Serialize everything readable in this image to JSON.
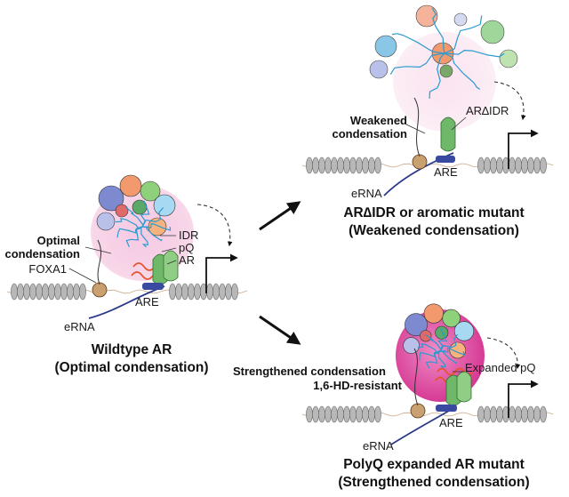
{
  "panels": {
    "wildtype": {
      "labels": {
        "optimal_line1": "Optimal",
        "optimal_line2": "condensation",
        "foxa1": "FOXA1",
        "idr": "IDR",
        "pq": "pQ",
        "ar": "AR",
        "are": "ARE",
        "erna": "eRNA"
      },
      "caption_line1": "Wildtype AR",
      "caption_line2": "(Optimal condensation)"
    },
    "weakened": {
      "labels": {
        "weakened_line1": "Weakened",
        "weakened_line2": "condensation",
        "ar_delta_idr": "AR∆IDR",
        "are": "ARE",
        "erna": "eRNA"
      },
      "caption_line1": "AR∆IDR or aromatic mutant",
      "caption_line2": "(Weakened condensation)"
    },
    "strengthened": {
      "labels": {
        "strengthened_line1": "Strengthened condensation",
        "strengthened_line2": "1,6-HD-resistant",
        "expanded_pq": "Expanded pQ",
        "are": "ARE",
        "erna": "eRNA"
      },
      "caption_line1": "PolyQ expanded AR mutant",
      "caption_line2": "(Strengthened condensation)"
    }
  },
  "colors": {
    "condensate_optimal": "#f2b8d8",
    "condensate_weak": "#f7d6e8",
    "condensate_strong": "#e04aa0",
    "idr_strand": "#2a9bd0",
    "polyq": "#e8542a",
    "ar_green": "#6fb86a",
    "nucleosome": "#9a9a9a",
    "erna": "#2a3a8a"
  }
}
